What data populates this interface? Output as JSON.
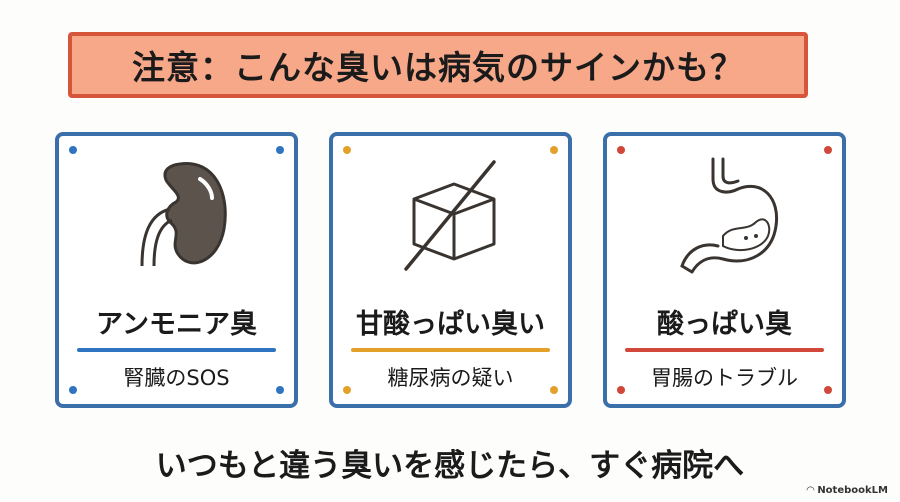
{
  "title": "注意：こんな臭いは病気のサインかも？",
  "cards": [
    {
      "heading": "アンモニア臭",
      "subtitle": "腎臓のSOS",
      "icon": "kidney-icon",
      "accent": "#2f74c0"
    },
    {
      "heading": "甘酸っぱい臭い",
      "subtitle": "糖尿病の疑い",
      "icon": "sugar-cube-crossed-icon",
      "accent": "#e3a12a"
    },
    {
      "heading": "酸っぱい臭",
      "subtitle": "胃腸のトラブル",
      "icon": "stomach-icon",
      "accent": "#d1473a"
    }
  ],
  "footer": "いつもと違う臭いを感じたら、すぐ病院へ",
  "badge": "NotebookLM",
  "colors": {
    "title_fill": "#f7a889",
    "title_border": "#d6553b",
    "card_border": "#3b6fa9"
  }
}
